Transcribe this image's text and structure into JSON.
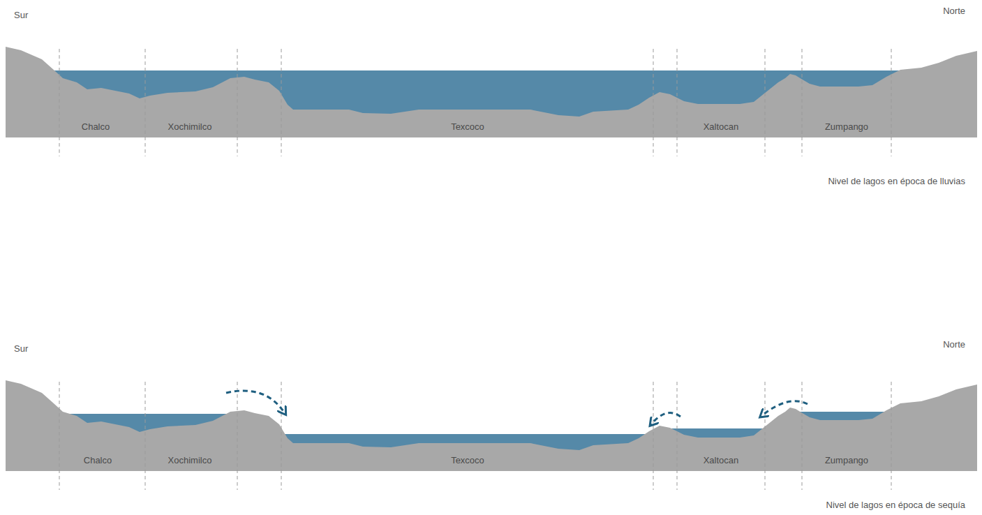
{
  "diagram": {
    "labels": [
      "Sur",
      "Norte",
      "Chalco",
      "Xochimilco",
      "Texcoco",
      "Xaltocan",
      "Zumpango",
      "Nivel de lagos en época de lluvias",
      "Sur",
      "Norte",
      "Chalco",
      "Xochimilco",
      "Texcoco",
      "Xaltocan",
      "Zumpango",
      "Nivel de lagos en época de sequía"
    ]
  }
}
